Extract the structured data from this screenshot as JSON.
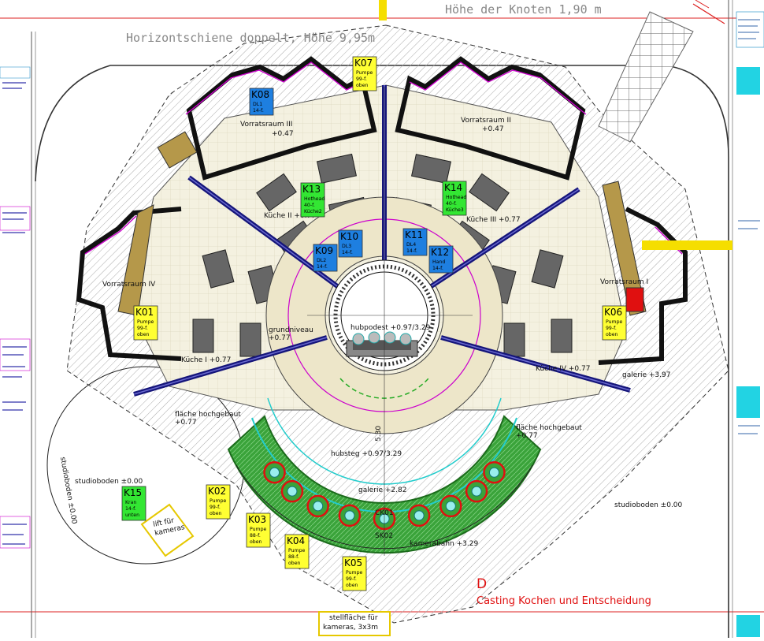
{
  "header": {
    "knot_height": "Höhe der Knoten 1,90 m",
    "rail": "Horizontschiene doppelt, Höhe 9,95m"
  },
  "rooms": [
    {
      "id": "vorrat3",
      "label": "Vorratsraum III",
      "level": "+0.47"
    },
    {
      "id": "vorrat2",
      "label": "Vorratsraum II",
      "level": "+0.47"
    },
    {
      "id": "vorrat4",
      "label": "Vorratsraum IV"
    },
    {
      "id": "vorrat1",
      "label": "Vorratsraum I"
    },
    {
      "id": "kueche2",
      "label": "Küche II +0.77"
    },
    {
      "id": "kueche3",
      "label": "Küche III +0.77"
    },
    {
      "id": "kueche1",
      "label": "Küche I +0.77"
    },
    {
      "id": "kueche4",
      "label": "Küche IV +0.77"
    }
  ],
  "areas": {
    "grundniveau": [
      "grundniveau",
      "+0.77"
    ],
    "hubpodest": "hubpodest +0.97/3.29",
    "hubsteg": "hubsteg +0.97/3.29",
    "galerie": "galerie +2.82",
    "galerie_right": "galerie +3.97",
    "kamerabahn": "kamerabahn +3.29",
    "flaeche_left": [
      "fläche hochgebaut",
      "+0.77"
    ],
    "flaeche_right": [
      "fläche hochgebaut",
      "+0.77"
    ],
    "studio_left": "studioboden ±0.00",
    "studio_right": "studioboden ±0.00",
    "studio_circle": "studioboden ±0.00",
    "lift": [
      "lift für",
      "kameras"
    ],
    "stellflaeche": [
      "stellfläche für",
      "kameras, 3x3m"
    ],
    "ck01": "CK01",
    "sk02": "SK02",
    "dim": "5.30"
  },
  "cameras": [
    {
      "id": "K01",
      "lines": [
        "Pumpe",
        "99-f.",
        "oben"
      ],
      "type": "pumpe"
    },
    {
      "id": "K02",
      "lines": [
        "Pumpe",
        "99-f.",
        "oben"
      ],
      "type": "pumpe"
    },
    {
      "id": "K03",
      "lines": [
        "Pumpe",
        "88-f.",
        "oben"
      ],
      "type": "pumpe"
    },
    {
      "id": "K04",
      "lines": [
        "Pumpe",
        "88-f.",
        "oben"
      ],
      "type": "pumpe"
    },
    {
      "id": "K05",
      "lines": [
        "Pumpe",
        "99-f.",
        "oben"
      ],
      "type": "pumpe"
    },
    {
      "id": "K06",
      "lines": [
        "Pumpe",
        "99-f.",
        "oben"
      ],
      "type": "pumpe"
    },
    {
      "id": "K07",
      "lines": [
        "Pumpe",
        "99-f.",
        "oben"
      ],
      "type": "pumpe"
    },
    {
      "id": "K08",
      "lines": [
        "DL1",
        "14-f."
      ],
      "type": "dl"
    },
    {
      "id": "K09",
      "lines": [
        "DL2",
        "14-f."
      ],
      "type": "dl"
    },
    {
      "id": "K10",
      "lines": [
        "DL3",
        "14-f."
      ],
      "type": "dl"
    },
    {
      "id": "K11",
      "lines": [
        "DL4",
        "14-f."
      ],
      "type": "dl"
    },
    {
      "id": "K12",
      "lines": [
        "Hand",
        "14-f."
      ],
      "type": "dl"
    },
    {
      "id": "K13",
      "lines": [
        "Hothead",
        "40-f.",
        "Küche2"
      ],
      "type": "green"
    },
    {
      "id": "K14",
      "lines": [
        "Hothead",
        "40-f.",
        "Küche3"
      ],
      "type": "green"
    },
    {
      "id": "K15",
      "lines": [
        "Kran",
        "14-f.",
        "unten"
      ],
      "type": "green"
    }
  ],
  "footer": {
    "letter": "D",
    "title": "Casting Kochen und Entscheidung"
  },
  "colors": {
    "pumpe": "#ffff33",
    "dl": "#1e7fe0",
    "green": "#33e633",
    "red": "#e01010",
    "navy": "#15157a",
    "magenta": "#cc22cc",
    "floor": "#f4f1e0",
    "gallery": "#3aa33a"
  }
}
